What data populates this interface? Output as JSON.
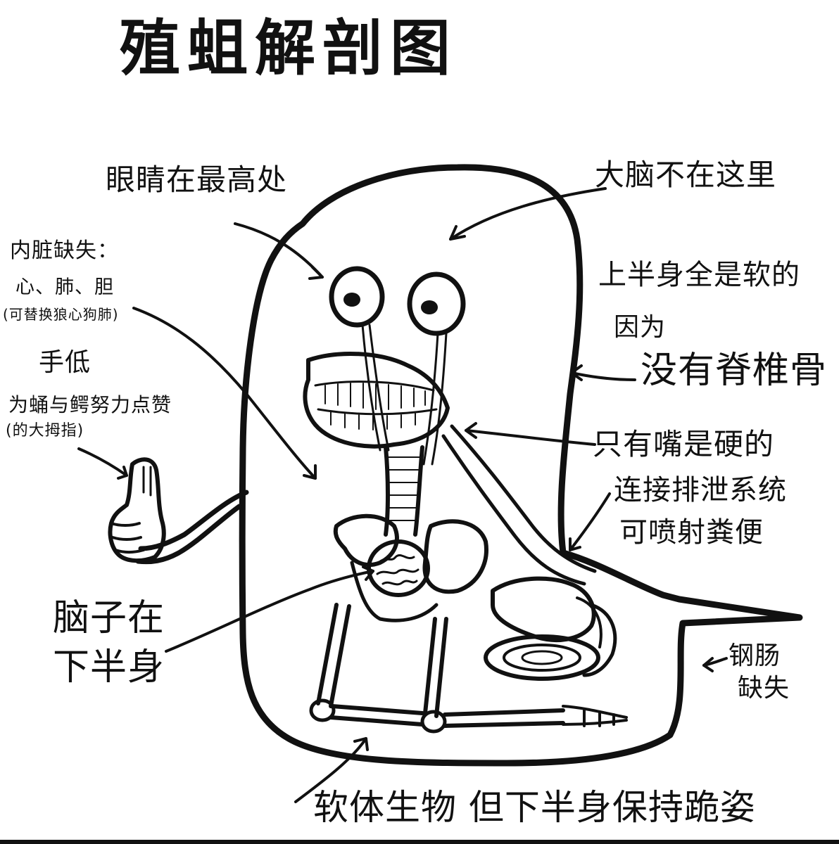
{
  "title": "殖蛆解剖图",
  "annotations": {
    "eyes": "眼睛在最高处",
    "brain_not_here": "大脑不在这里",
    "organs_missing": "内脏缺失：",
    "organs_list": "心、肺、胆",
    "organs_note": "(可替换狼心狗肺)",
    "thumbs": "手低",
    "thumbs_note_1": "为蛹与鳄努力点赞",
    "thumbs_note_2": "(的大拇指)",
    "soft_upper": "上半身全是软的",
    "because": "因为",
    "no_spine": "没有脊椎骨",
    "mouth_hard": "只有嘴是硬的",
    "excretion_1": "连接排泄系统",
    "excretion_2": "可喷射粪便",
    "brain_lower_1": "脑子在",
    "brain_lower_2": "下半身",
    "intestine_1": "钢肠",
    "intestine_2": "缺失",
    "soft_body": "软体生物 但下半身保持跪姿"
  },
  "colors": {
    "ink": "#111111",
    "paper": "#ffffff"
  }
}
